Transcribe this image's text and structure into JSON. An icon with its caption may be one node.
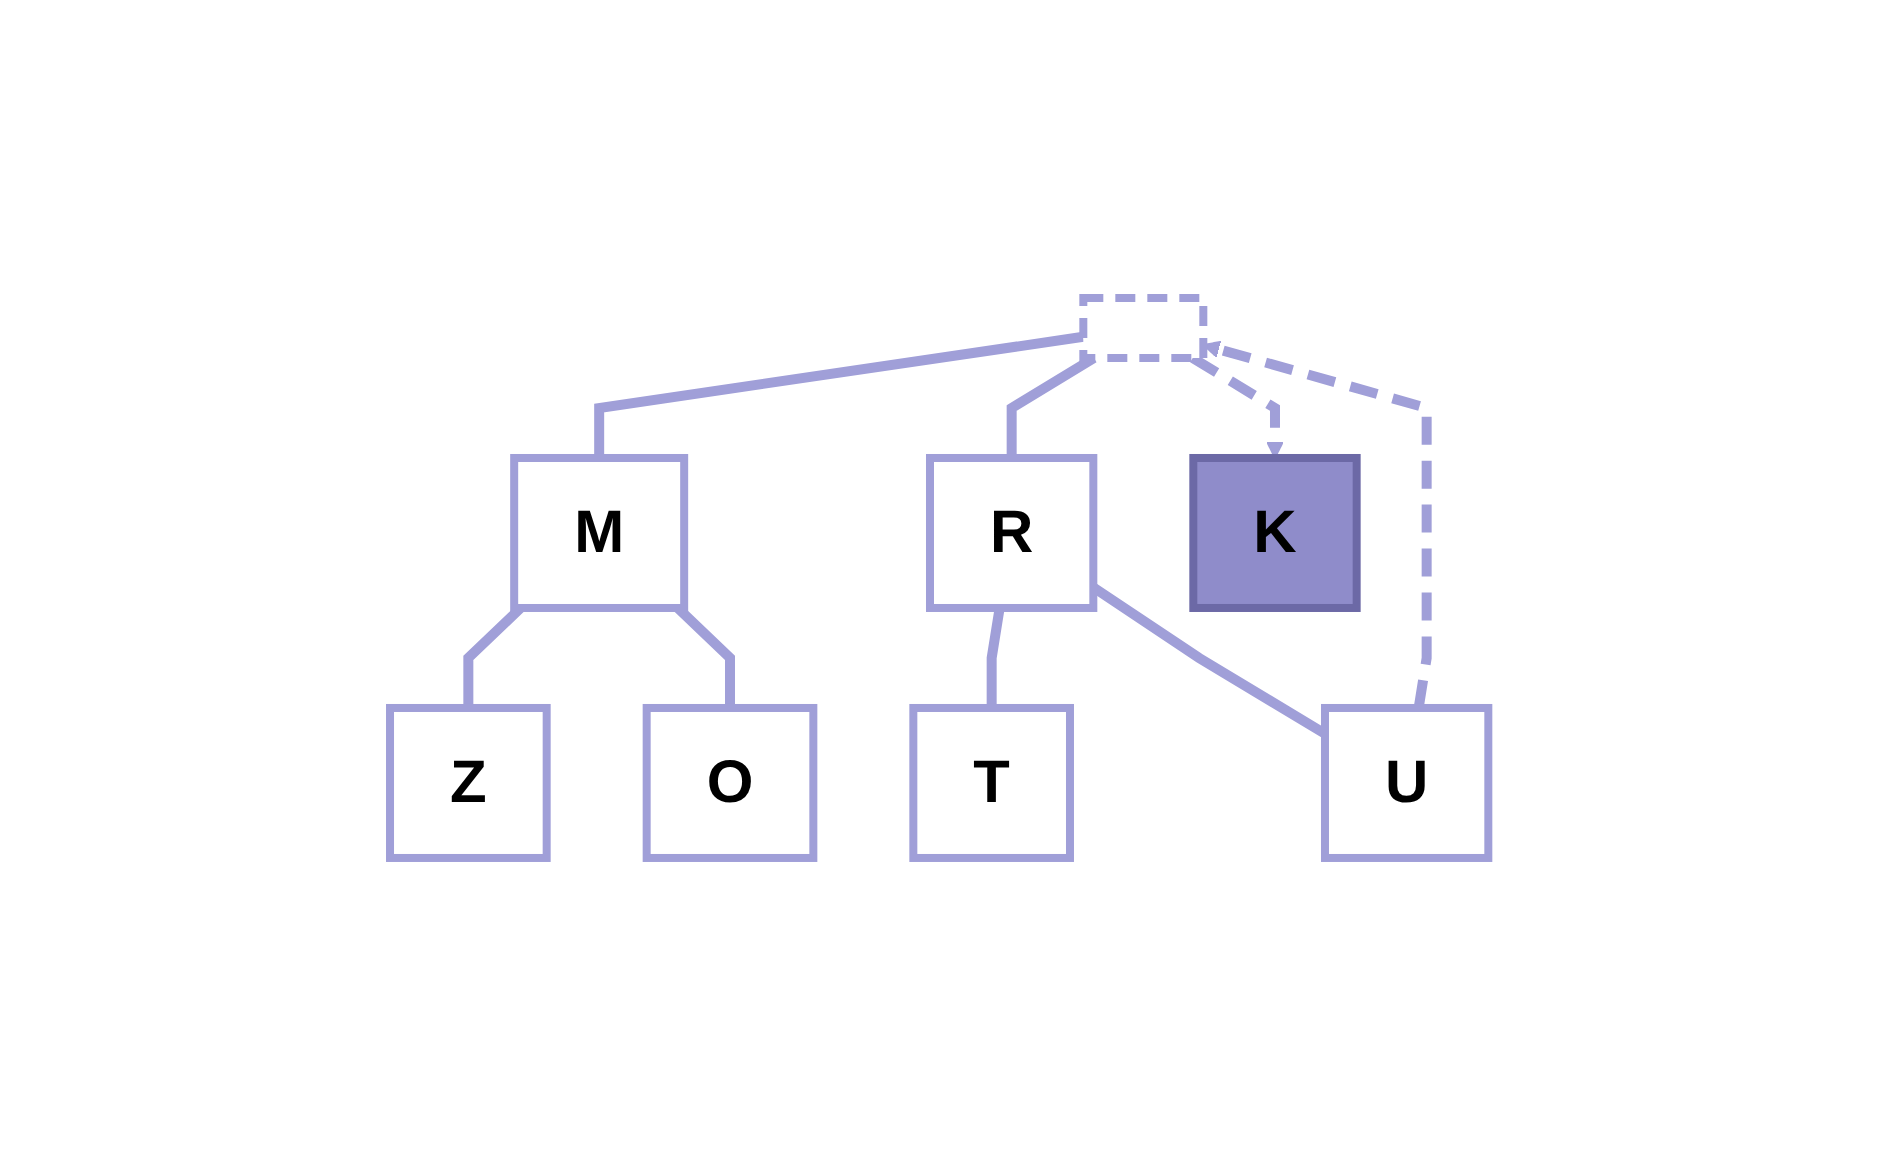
{
  "diagram": {
    "nodes": [
      {
        "text": [],
        "shape": "box"
      },
      {
        "text": [
          "M"
        ]
      },
      {
        "text": [
          "R"
        ]
      },
      {
        "text": [
          "K"
        ]
      },
      {
        "text": [
          "Z"
        ]
      },
      {
        "text": [
          "O"
        ]
      },
      {
        "text": [
          "T"
        ]
      },
      {
        "text": [
          "U"
        ]
      }
    ],
    "edges": [
      {
        "from": 0,
        "to": 1,
        "arrow": "none"
      },
      {
        "from": 0,
        "to": 2,
        "arrow": "none"
      },
      {
        "from": 0,
        "to": 3,
        "arrow": "to",
        "style": "dashed"
      },
      {
        "from": 1,
        "to": 4,
        "arrow": "none"
      },
      {
        "from": 1,
        "to": 5,
        "arrow": "none"
      },
      {
        "from": 2,
        "to": 6,
        "arrow": "none"
      },
      {
        "from": 2,
        "to": 7,
        "arrow": "none"
      },
      {
        "from": 7,
        "to": 0,
        "arrow": "to",
        "style": "dashed"
      }
    ]
  }
}
